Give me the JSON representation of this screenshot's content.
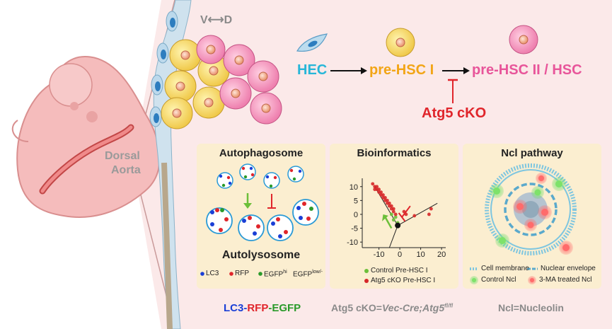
{
  "orientation_label": "V⟷D",
  "dorsal_aorta": {
    "line1": "Dorsal",
    "line2": "Aorta"
  },
  "pathway": {
    "hec": "HEC",
    "pre_hsc_1": "pre-HSC I",
    "pre_hsc_2": "pre-HSC II / HSC",
    "block_label": "Atg5 cKO"
  },
  "panels": {
    "autophagosome": {
      "title": "Autophagosome",
      "bottom_title": "Autolysosome",
      "legend": {
        "lc3": "LC3",
        "rfp": "RFP",
        "egfp_hi_base": "EGFP",
        "egfp_hi_sup": "hi",
        "egfp_low_base": "EGFP",
        "egfp_low_sup": "low/-"
      }
    },
    "bioinformatics": {
      "title": "Bioinformatics",
      "legend": {
        "control": "Control Pre-HSC I",
        "atg5": "Atg5 cKO Pre-HSC I"
      }
    },
    "ncl": {
      "title": "Ncl pathway",
      "legend": {
        "membrane": "Cell membrane",
        "nuclear": "Nuclear envelope",
        "control": "Control Ncl",
        "treated": "3-MA treated Ncl"
      }
    }
  },
  "chart_data": {
    "type": "scatter",
    "xticks": [
      "-10",
      "0",
      "10",
      "20"
    ],
    "yticks": [
      "10",
      "5",
      "0",
      "-5",
      "-10"
    ],
    "xlim": [
      -18,
      22
    ],
    "ylim": [
      -12,
      13
    ],
    "series": [
      {
        "name": "Control Pre-HSC I",
        "color": "#6cbf3a",
        "points": [
          [
            -1,
            -4
          ],
          [
            -3,
            -2
          ],
          [
            -2,
            -1
          ],
          [
            -4,
            0
          ],
          [
            -1,
            -3
          ]
        ]
      },
      {
        "name": "Atg5 cKO Pre-HSC I",
        "color": "#d62728",
        "points": [
          [
            -12,
            10
          ],
          [
            -11,
            9
          ],
          [
            -10,
            8
          ],
          [
            -9,
            7
          ],
          [
            -8,
            6
          ],
          [
            -7,
            5
          ],
          [
            -6,
            4
          ],
          [
            -5,
            3
          ],
          [
            -4,
            2
          ],
          [
            -3,
            1
          ],
          [
            -2,
            0
          ],
          [
            -13,
            11
          ],
          [
            -12,
            9
          ],
          [
            -11,
            10
          ],
          [
            -10,
            9
          ],
          [
            -9,
            8
          ],
          [
            -8,
            7
          ],
          [
            -7,
            6
          ],
          [
            -6,
            5
          ],
          [
            -5,
            4
          ],
          [
            -4,
            3
          ],
          [
            -3,
            2
          ],
          [
            2,
            1
          ],
          [
            3,
            0
          ],
          [
            7,
            -0.5
          ],
          [
            14,
            0
          ],
          [
            15,
            2
          ]
        ]
      }
    ]
  },
  "footer": {
    "lc3": "LC3",
    "rfp": "RFP",
    "egfp": "EGFP",
    "dash": "-",
    "atg5_prefix": "Atg5 cKO=",
    "atg5_italic": "Vec-Cre;Atg5",
    "atg5_sup": "fl/fl",
    "ncl": "Ncl=Nucleolin"
  },
  "colors": {
    "hec": "#27b6d8",
    "pre_hsc_1": "#f2a516",
    "pre_hsc_2": "#e8559a",
    "block": "#e0252b",
    "lc3": "#1a3fd6",
    "rfp": "#e0252b",
    "egfp": "#2a9a2a",
    "panel_bg": "#fbeed0"
  }
}
